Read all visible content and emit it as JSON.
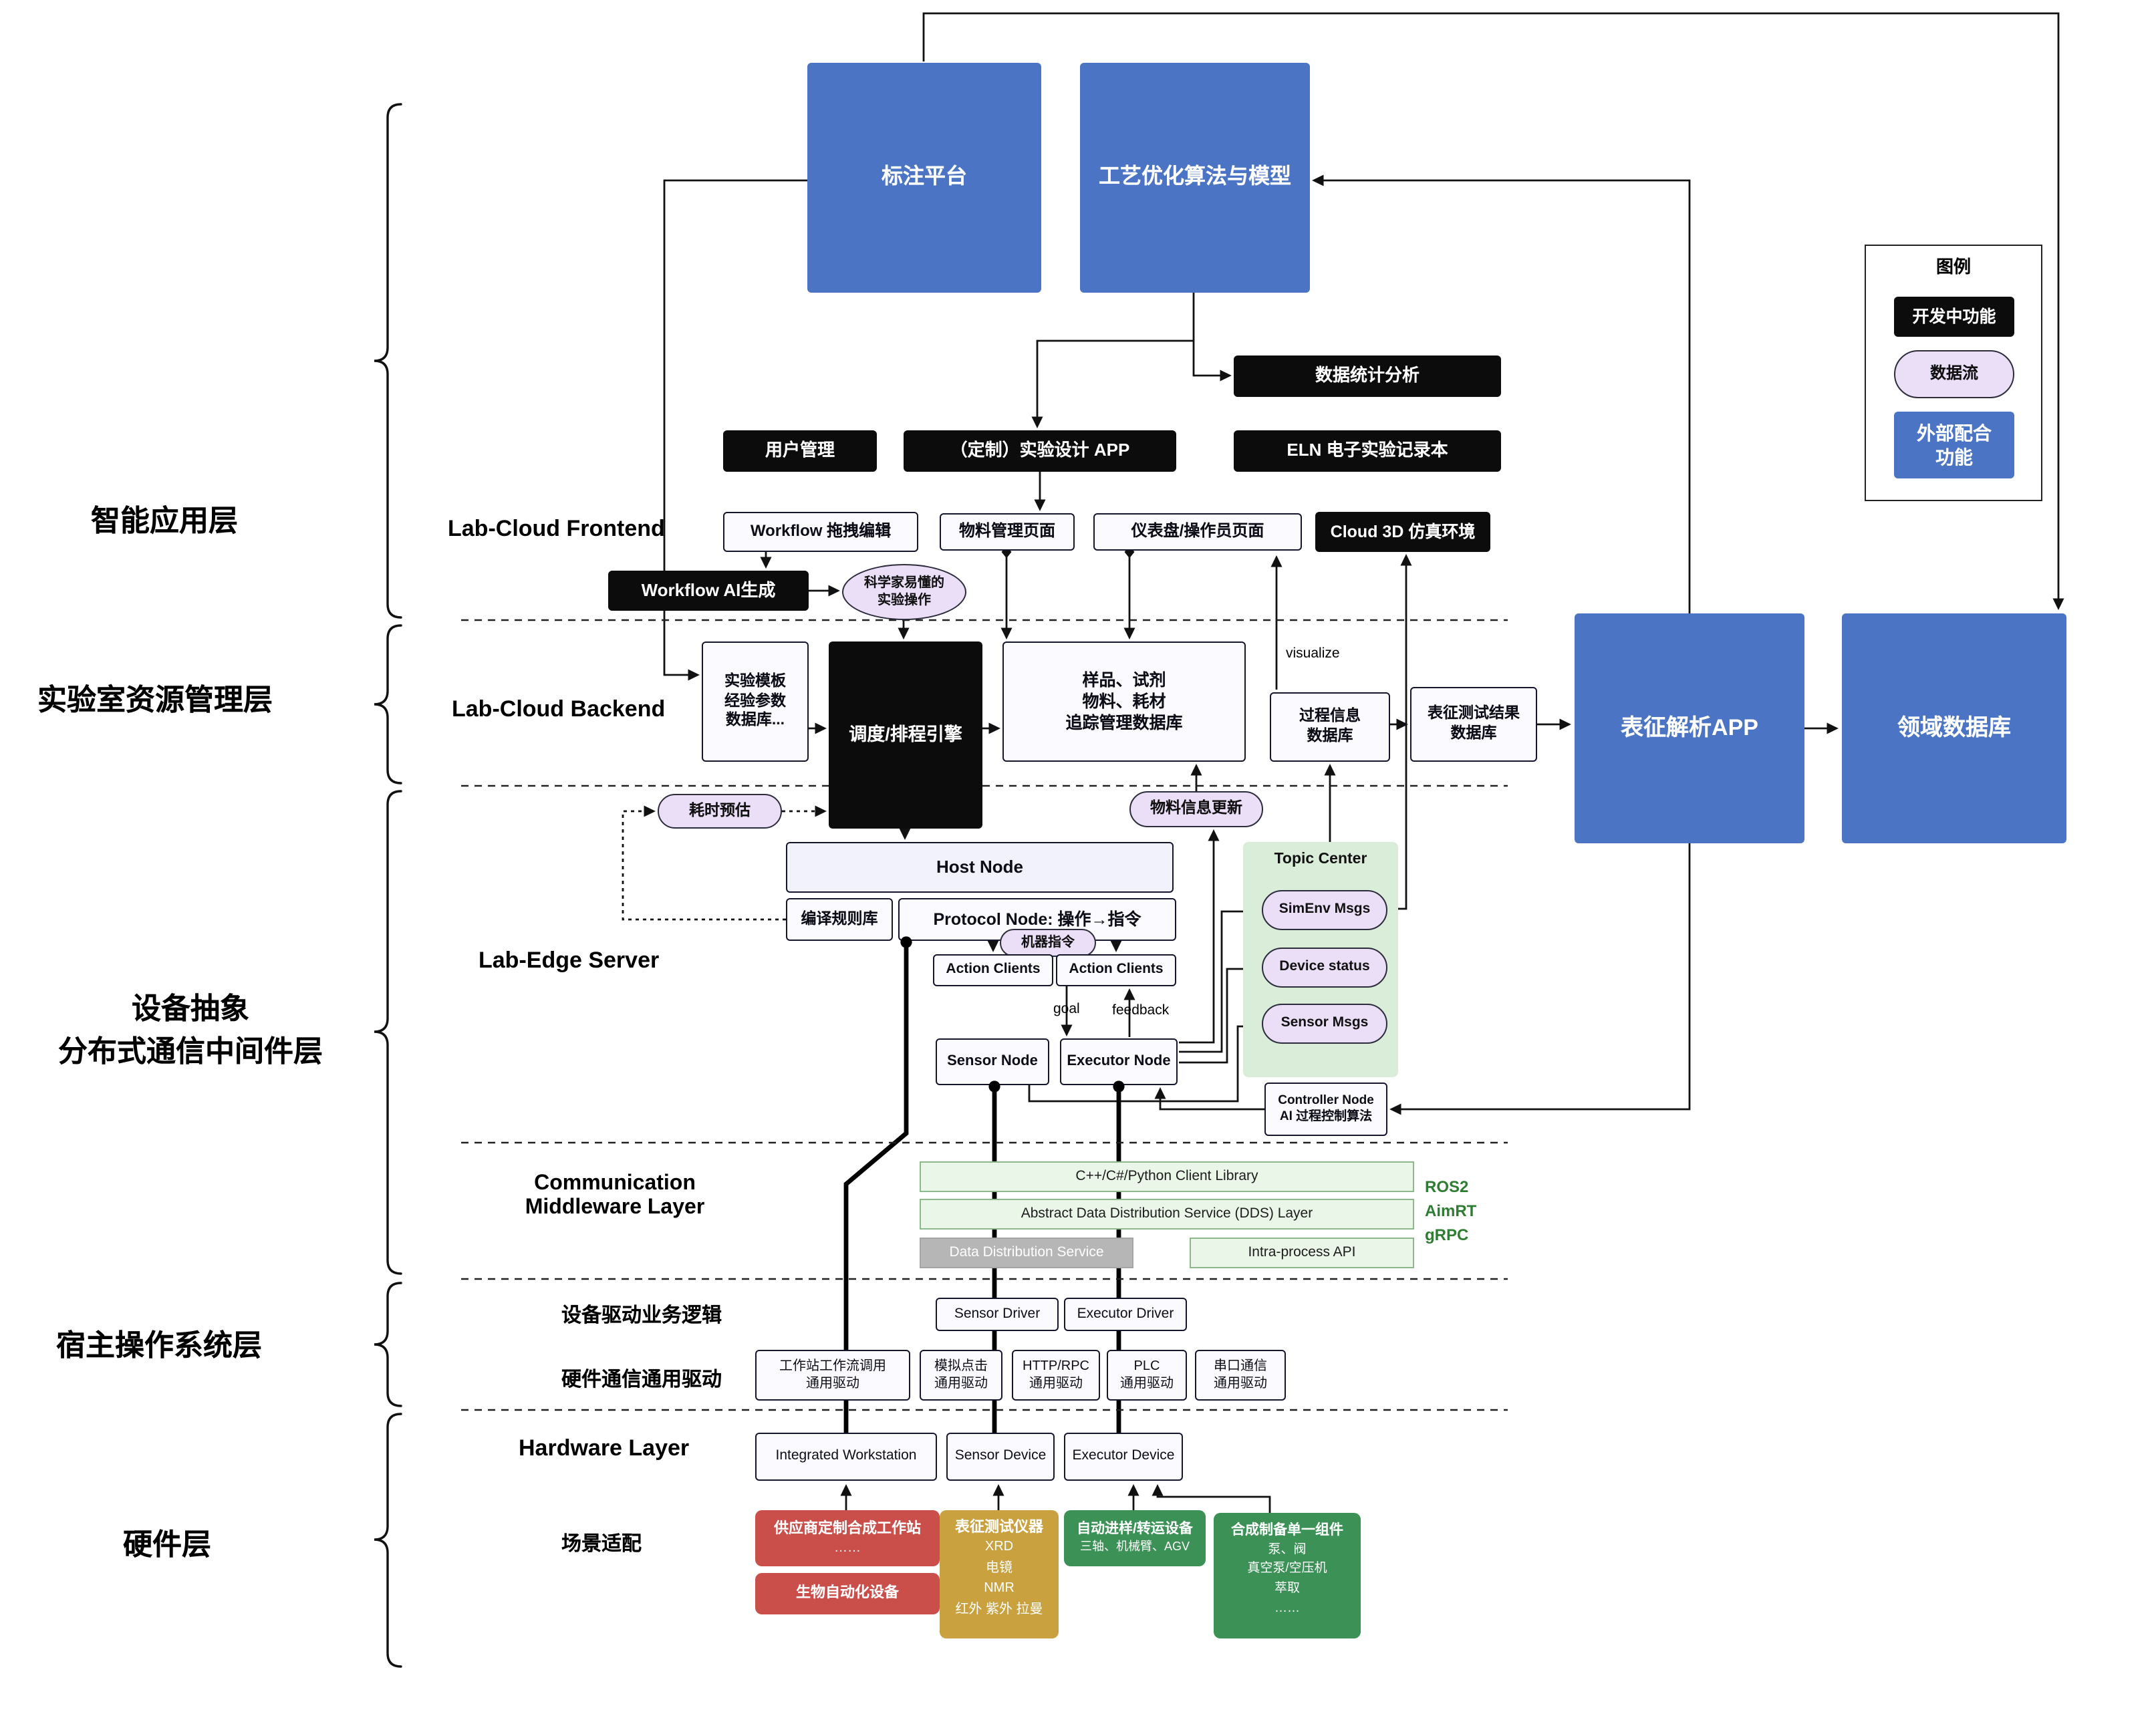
{
  "colors": {
    "blue": "#4b74c4",
    "black": "#0c0c0c",
    "purple_pill": "#ebdff8",
    "green_panel": "#d9edd9",
    "green_bar": "#eaf6e7",
    "gray": "#b6b6b6",
    "red": "#ca4f4b",
    "gold": "#c9a13e",
    "green": "#3b9156",
    "stack_green": "#2e7d32"
  },
  "left_labels": {
    "app": "智能应用层",
    "resource": "实验室资源管理层",
    "device": [
      "设备抽象",
      "分布式通信中间件层"
    ],
    "host": "宿主操作系统层",
    "hardware": "硬件层"
  },
  "legend": {
    "title": "图例",
    "developing": "开发中功能",
    "dataflow": "数据流",
    "external": [
      "外部配合",
      "功能"
    ]
  },
  "top": {
    "annotation": "标注平台",
    "optimization": "工艺优化算法与模型"
  },
  "frontend": {
    "label": "Lab-Cloud Frontend",
    "data_stats": "数据统计分析",
    "user_mgmt": "用户管理",
    "design_app": "（定制）实验设计 APP",
    "eln": "ELN 电子实验记录本",
    "workflow_drag": "Workflow 拖拽编辑",
    "material_page": "物料管理页面",
    "dashboard_page": "仪表盘/操作员页面",
    "cloud_3d": "Cloud 3D 仿真环境",
    "workflow_ai": "Workflow AI生成",
    "scientist_ops": [
      "科学家易懂的",
      "实验操作"
    ]
  },
  "backend": {
    "label": "Lab-Cloud Backend",
    "template_db": [
      "实验模板",
      "经验参数",
      "数据库..."
    ],
    "scheduler": "调度/排程引擎",
    "sample_db": [
      "样品、试剂",
      "物料、耗材",
      "追踪管理数据库"
    ],
    "visualize": "visualize",
    "process_db": [
      "过程信息",
      "数据库"
    ],
    "char_result_db": [
      "表征测试结果",
      "数据库"
    ],
    "char_app": "表征解析APP",
    "domain_db": "领域数据库"
  },
  "edge": {
    "label": "Lab-Edge Server",
    "time_estimate": "耗时预估",
    "material_update": "物料信息更新",
    "host_node": "Host Node",
    "compile_rules": "编译规则库",
    "protocol_node": "Protocol Node: 操作→指令",
    "machine_cmd": "机器指令",
    "action_clients_left": "Action Clients",
    "action_clients_right": "Action Clients",
    "goal": "goal",
    "feedback": "feedback",
    "sensor_node": "Sensor Node",
    "executor_node": "Executor Node",
    "topic_center": "Topic Center",
    "simenv_msgs": "SimEnv Msgs",
    "device_status": "Device status",
    "sensor_msgs": "Sensor Msgs",
    "controller_node": [
      "Controller Node",
      "AI 过程控制算法"
    ]
  },
  "middleware": {
    "label": [
      "Communication",
      "Middleware Layer"
    ],
    "client_lib": "C++/C#/Python Client Library",
    "dds_layer": "Abstract Data Distribution Service (DDS) Layer",
    "dds_service": "Data Distribution Service",
    "intra_api": "Intra-process API",
    "stack": [
      "ROS2",
      "AimRT",
      "gRPC"
    ]
  },
  "host_os": {
    "driver_logic_label": "设备驱动业务逻辑",
    "sensor_driver": "Sensor Driver",
    "executor_driver": "Executor Driver",
    "hw_driver_label": "硬件通信通用驱动",
    "workstation_driver": [
      "工作站工作流调用",
      "通用驱动"
    ],
    "sim_click": [
      "模拟点击",
      "通用驱动"
    ],
    "http_rpc": [
      "HTTP/RPC",
      "通用驱动"
    ],
    "plc": [
      "PLC",
      "通用驱动"
    ],
    "serial": [
      "串口通信",
      "通用驱动"
    ]
  },
  "hardware": {
    "label": "Hardware Layer",
    "integrated_workstation": "Integrated Workstation",
    "sensor_device": "Sensor Device",
    "executor_device": "Executor Device"
  },
  "scenario": {
    "label": "场景适配",
    "vendor": {
      "title": "供应商定制合成工作站",
      "sub": "……"
    },
    "bio": "生物自动化设备",
    "char_instr": {
      "title": "表征测试仪器",
      "lines": [
        "XRD",
        "电镜",
        "NMR",
        "红外 紫外 拉曼"
      ]
    },
    "transfer": {
      "title": "自动进样/转运设备",
      "sub": "三轴、机械臂、AGV"
    },
    "synth": {
      "title": "合成制备单一组件",
      "lines": [
        "泵、阀",
        "真空泵/空压机",
        "萃取",
        "……"
      ]
    }
  }
}
